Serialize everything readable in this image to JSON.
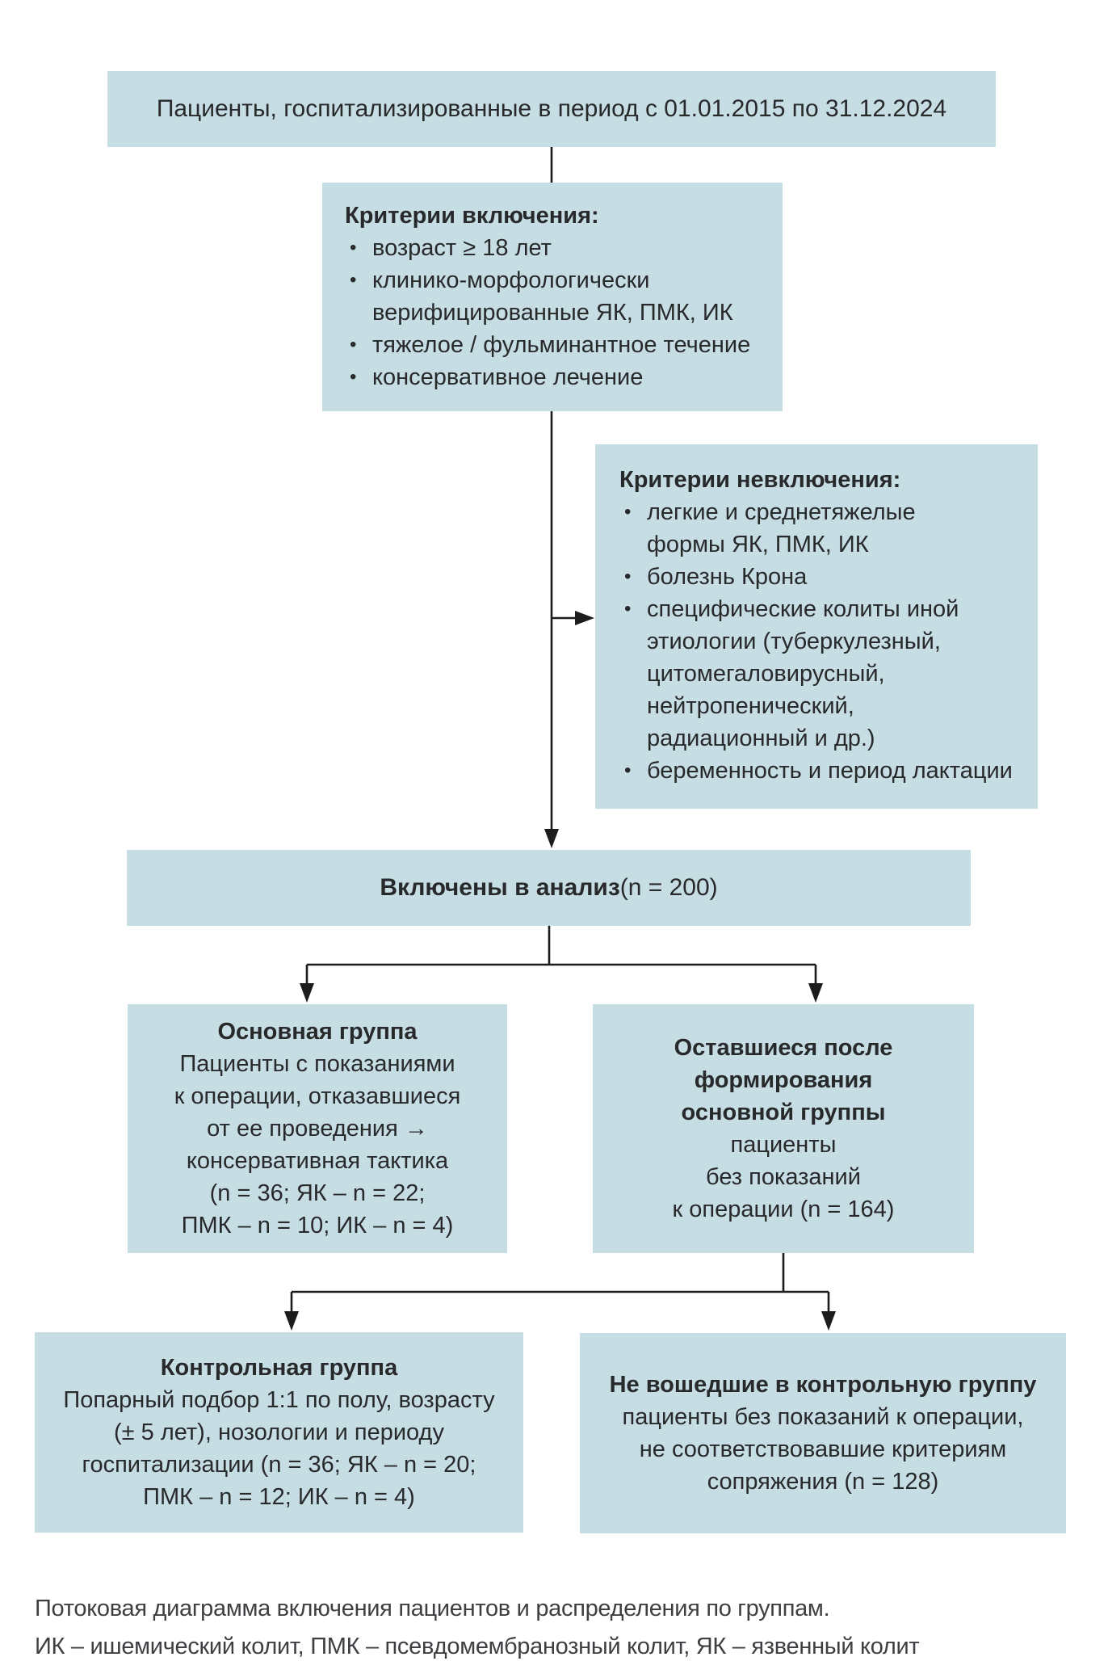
{
  "page": {
    "bg": "#ffffff",
    "box_fill": "#c7dde4",
    "line_color": "#1c1c1c",
    "text_color": "#27292b",
    "caption_color": "#3d3f42"
  },
  "boxes": {
    "period": {
      "text": "Пациенты, госпитализированные в период с 01.01.2015 по 31.12.2024"
    },
    "inclusion": {
      "title": "Критерии включения:",
      "items": [
        "возраст ≥ 18 лет",
        "клинико-морфологически\nверифицированные ЯК, ПМК, ИК",
        "тяжелое / фульминантное течение",
        "консервативное лечение"
      ]
    },
    "exclusion": {
      "title": "Критерии невключения:",
      "items": [
        "легкие и среднетяжелые\nформы ЯК, ПМК, ИК",
        "болезнь Крона",
        "специфические колиты иной\nэтиологии (туберкулезный,\nцитомегаловирусный,\nнейтропенический,\nрадиационный и др.)",
        "беременность и период лактации"
      ]
    },
    "included": {
      "title": "Включены в анализ",
      "suffix": " (n = 200)"
    },
    "main_group": {
      "title": "Основная группа",
      "body": "Пациенты с показаниями\nк операции, отказавшиеся\nот ее проведения →\nконсервативная тактика\n(n = 36; ЯК – n = 22;\nПМК – n = 10; ИК – n = 4)"
    },
    "remaining": {
      "title": "Оставшиеся после\nформирования\nосновной группы",
      "body": "пациенты\nбез показаний\nк операции (n = 164)"
    },
    "control_group": {
      "title": "Контрольная группа",
      "body": "Попарный подбор 1:1 по полу, возрасту\n(± 5 лет), нозологии и периоду\nгоспитализации (n = 36; ЯК – n = 20;\nПМК – n = 12; ИК – n = 4)"
    },
    "not_in_control": {
      "title": "Не вошедшие в контрольную группу",
      "body": "пациенты без показаний к операции,\nне соответствовавшие критериям\nсопряжения (n = 128)"
    }
  },
  "caption": {
    "line1": "Потоковая диаграмма включения пациентов и распределения по группам.",
    "line2": "ИК – ишемический колит, ПМК – псевдомембранозный колит, ЯК – язвенный колит"
  }
}
